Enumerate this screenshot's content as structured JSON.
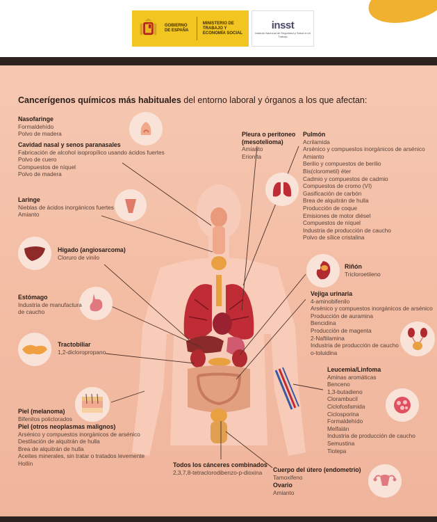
{
  "header": {
    "gov_label": "GOBIERNO DE ESPAÑA",
    "ministry_label": "MINISTERIO DE TRABAJO Y ECONOMÍA SOCIAL",
    "insst_logo": "insst",
    "insst_sub": "Instituto Nacional de Seguridad y Salud en el Trabajo"
  },
  "heading": {
    "bold": "Cancerígenos químicos más habituales",
    "rest": " del entorno laboral y órganos a los que afectan:"
  },
  "colors": {
    "panel": "#f3bda4",
    "organ_red": "#c8303a",
    "accent_dark": "#2c2220",
    "gov_yellow": "#f3c521"
  },
  "groups": {
    "nasofaringe": {
      "title": "Nasofaringe",
      "items": [
        "Formaldehído",
        "Polvo de madera"
      ]
    },
    "cavidad": {
      "title": "Cavidad nasal y senos paranasales",
      "items": [
        "Fabricación de alcohol isopropílico usando ácidos fuertes",
        "Polvo de cuero",
        "Compuestos de níquel",
        "Polvo de madera"
      ]
    },
    "laringe": {
      "title": "Laringe",
      "items": [
        "Nieblas de ácidos inorgánicos fuertes",
        "Amianto"
      ]
    },
    "higado": {
      "title": "Hígado (angiosarcoma)",
      "items": [
        "Cloruro de vinilo"
      ]
    },
    "estomago": {
      "title": "Estómago",
      "items": [
        "Industria de manufactura",
        "de caucho"
      ]
    },
    "tractobiliar": {
      "title": "Tractobiliar",
      "items": [
        "1,2-dicloropropano"
      ]
    },
    "piel_melanoma": {
      "title": "Piel (melanoma)",
      "items": [
        "Bifenilos policlorados"
      ]
    },
    "piel_otros": {
      "title": "Piel (otros neoplasmas malignos)",
      "items": [
        "Arsénico y compuestos inorgánicos de arsénico",
        "Destilación de alquitrán de hulla",
        "Brea de alquitrán de hulla",
        "Aceites minerales, sin tratar o tratados levemente",
        "Hollín"
      ]
    },
    "todos": {
      "title": "Todos los cánceres combinados",
      "items": [
        "2,3,7,8-tetraclorodibenzo-p-dioxina"
      ]
    },
    "pleura": {
      "title1": "Pleura o peritoneo",
      "title2": "(mesotelioma)",
      "items": [
        "Amianto",
        "Erionita"
      ]
    },
    "pulmon": {
      "title": "Pulmón",
      "items": [
        "Acrilamida",
        "Arsénico y compuestos inorgánicos de arsénico",
        "Amianto",
        "Berilio y compuestos de berilio",
        "Bis(clorometil) éter",
        "Cadmio y compuestos de cadmio",
        "Compuestos de cromo (VI)",
        "Gasificación de carbón",
        "Brea de alquitrán de hulla",
        "Producción de coque",
        "Emisiones de motor diésel",
        "Compuestos de níquel",
        "Industria de producción de caucho",
        "Polvo de sílice cristalina"
      ]
    },
    "rinon": {
      "title": "Riñón",
      "items": [
        "Tricloroetileno"
      ]
    },
    "vejiga": {
      "title": "Vejiga urinaria",
      "items": [
        "4-aminobifenilo",
        "Arsénico y compuestos inorgánicos de arsénico",
        "Producción de auramina",
        "Bencidina",
        "Producción de magenta",
        "2-Naftilamina",
        "Industria de producción de caucho",
        "o-toluidina"
      ]
    },
    "leucemia": {
      "title": "Leucemia/Linfoma",
      "items": [
        "Aminas aromáticas",
        "Benceno",
        "1,3-butadieno",
        "Clorambucil",
        "Ciclofosfamida",
        "Ciclosporina",
        "Formaldehído",
        "Melfalán",
        "Industria de producción de caucho",
        "Semustina",
        "Tiotepa"
      ]
    },
    "utero": {
      "title": "Cuerpo del útero (endometrio)",
      "items": [
        "Tamoxifeno"
      ]
    },
    "ovario": {
      "title": "Ovario",
      "items": [
        "Amianto"
      ]
    }
  }
}
